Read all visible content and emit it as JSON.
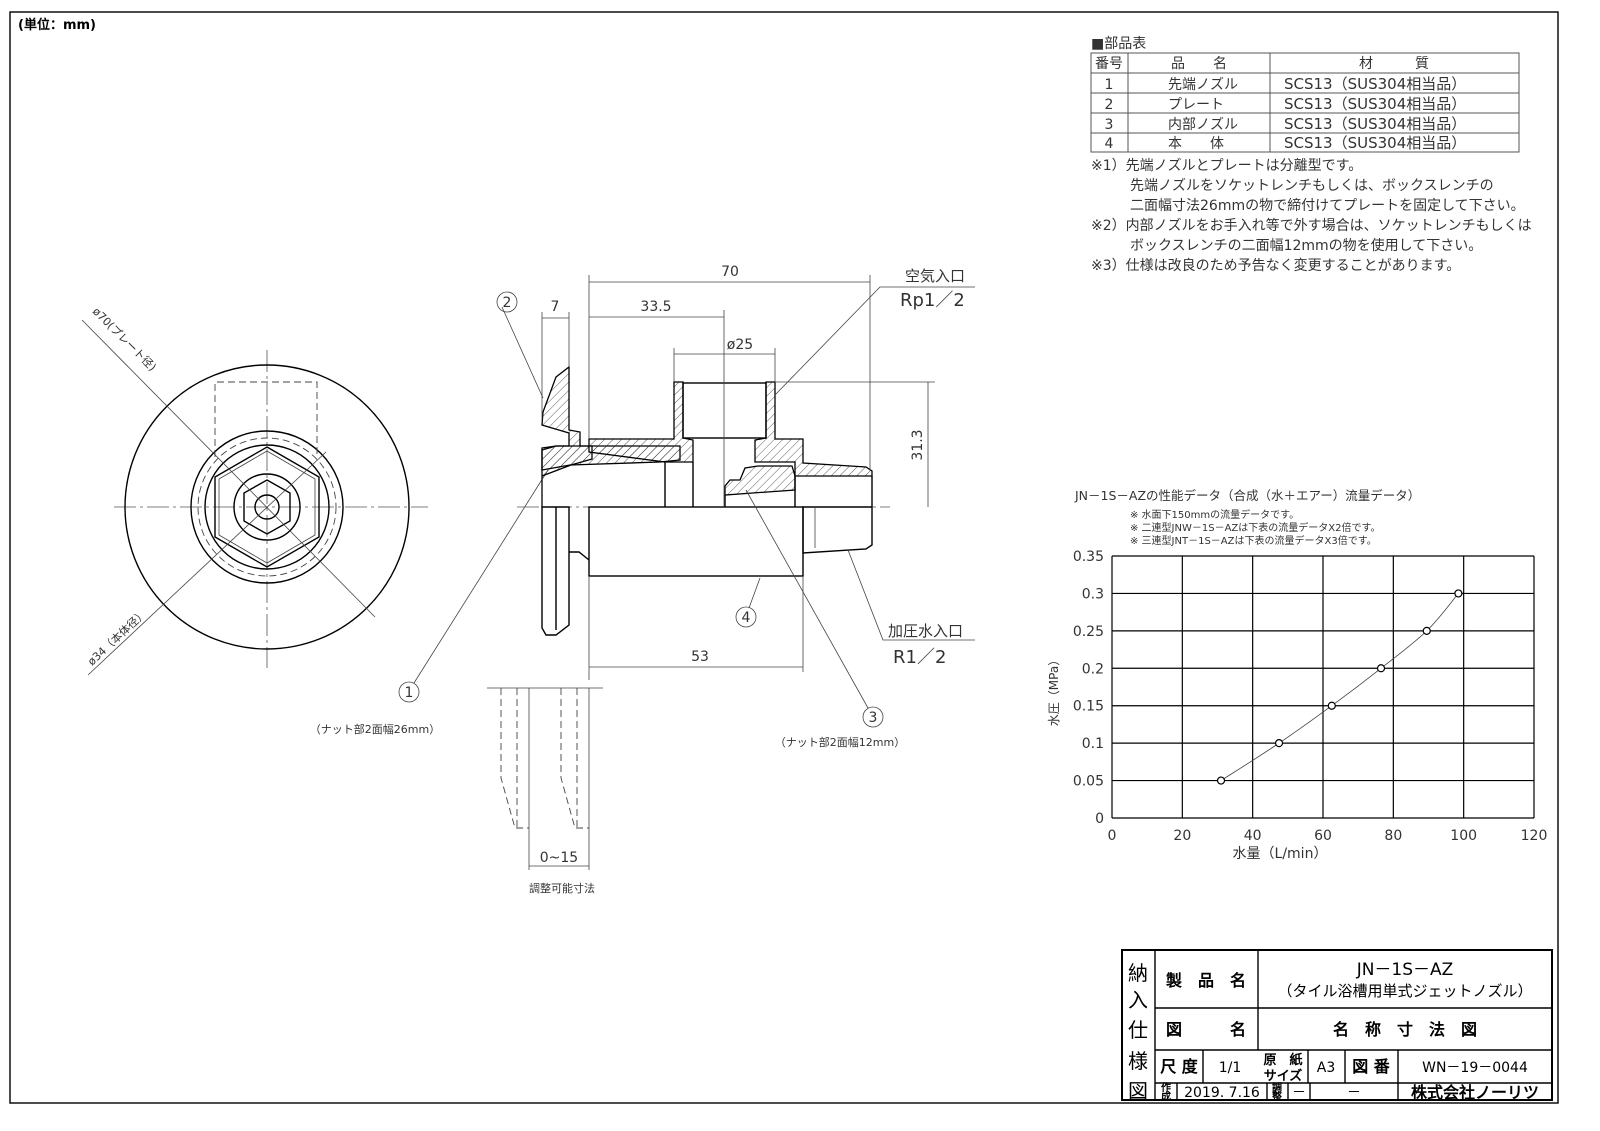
{
  "unit_label": "(単位：mm)",
  "parts_table": {
    "title": "■部品表",
    "headers": [
      "番号",
      "品　　名",
      "材　　　質"
    ],
    "rows": [
      {
        "no": "1",
        "name": "先端ノズル",
        "material": "SCS13（SUS304相当品）"
      },
      {
        "no": "2",
        "name": "プレート",
        "material": "SCS13（SUS304相当品）"
      },
      {
        "no": "3",
        "name": "内部ノズル",
        "material": "SCS13（SUS304相当品）"
      },
      {
        "no": "4",
        "name": "本　　体",
        "material": "SCS13（SUS304相当品）"
      }
    ]
  },
  "notes": [
    "※1）先端ノズルとプレートは分離型です。",
    "先端ノズルをソケットレンチもしくは、ボックスレンチの",
    "二面幅寸法26mmの物で締付けてプレートを固定して下さい。",
    "※2）内部ノズルをお手入れ等で外す場合は、ソケットレンチもしくは",
    "ボックスレンチの二面幅12mmの物を使用して下さい。",
    "※3）仕様は改良のため予告なく変更することがあります。"
  ],
  "front_view": {
    "dim_plate": "ø70(プレート径)",
    "dim_body": "ø34（本体径）",
    "callout_1": "1",
    "callout_1_note": "（ナット部2面幅26mm）"
  },
  "side_view": {
    "dim_70": "70",
    "dim_33_5": "33.5",
    "dim_25": "ø25",
    "dim_7": "7",
    "dim_31_3": "31.3",
    "dim_53": "53",
    "air_inlet": "空気入口",
    "air_inlet_thread": "Rp1／2",
    "water_inlet": "加圧水入口",
    "water_inlet_thread": "R1／2",
    "callout_2": "2",
    "callout_3": "3",
    "callout_3_note": "（ナット部2面幅12mm）",
    "callout_4": "4",
    "adjust_dim": "0~15",
    "adjust_label": "調整可能寸法"
  },
  "chart_data": {
    "type": "line",
    "title": "JN－1S－AZの性能データ（合成（水＋エアー）流量データ）",
    "notes": [
      "※ 水面下150mmの流量データです。",
      "※ 二連型JNW－1S－AZは下表の流量データX2倍です。",
      "※ 三連型JNT－1S－AZは下表の流量データX3倍です。"
    ],
    "xlabel": "水量（L/min）",
    "ylabel": "水圧（MPa）",
    "xlim": [
      0,
      120
    ],
    "ylim": [
      0,
      0.35
    ],
    "xticks": [
      "0",
      "20",
      "40",
      "60",
      "80",
      "100",
      "120"
    ],
    "yticks": [
      "0",
      "0.05",
      "0.1",
      "0.15",
      "0.2",
      "0.25",
      "0.3",
      "0.35"
    ],
    "grid": true,
    "series": [
      {
        "name": "JN-1S-AZ",
        "x": [
          31,
          47.5,
          62.5,
          76.5,
          89.5,
          98.5
        ],
        "y": [
          0.05,
          0.1,
          0.15,
          0.2,
          0.25,
          0.3
        ]
      }
    ]
  },
  "title_block": {
    "side_label": [
      "納",
      "入",
      "仕",
      "様",
      "図"
    ],
    "product_name_label": "製　品　名",
    "product_model": "JN－1S－AZ",
    "product_desc": "（タイル浴槽用単式ジェットノズル）",
    "drawing_name_label": "図　　　名",
    "drawing_name": "名　称　寸　法　図",
    "scale_label": "尺 度",
    "scale": "1/1",
    "paper_label_1": "原　紙",
    "paper_label_2": "サイズ",
    "paper_size": "A3",
    "drawing_no_label": "図 番",
    "drawing_no": "WN－19－0044",
    "created_label_1": "作",
    "created_label_2": "成",
    "created_date": "2019. 7.16",
    "checked_label_1": "調",
    "checked_label_2": "整",
    "checked_value": "－",
    "checked_value_2": "－",
    "company": "株式会社ノーリツ"
  }
}
